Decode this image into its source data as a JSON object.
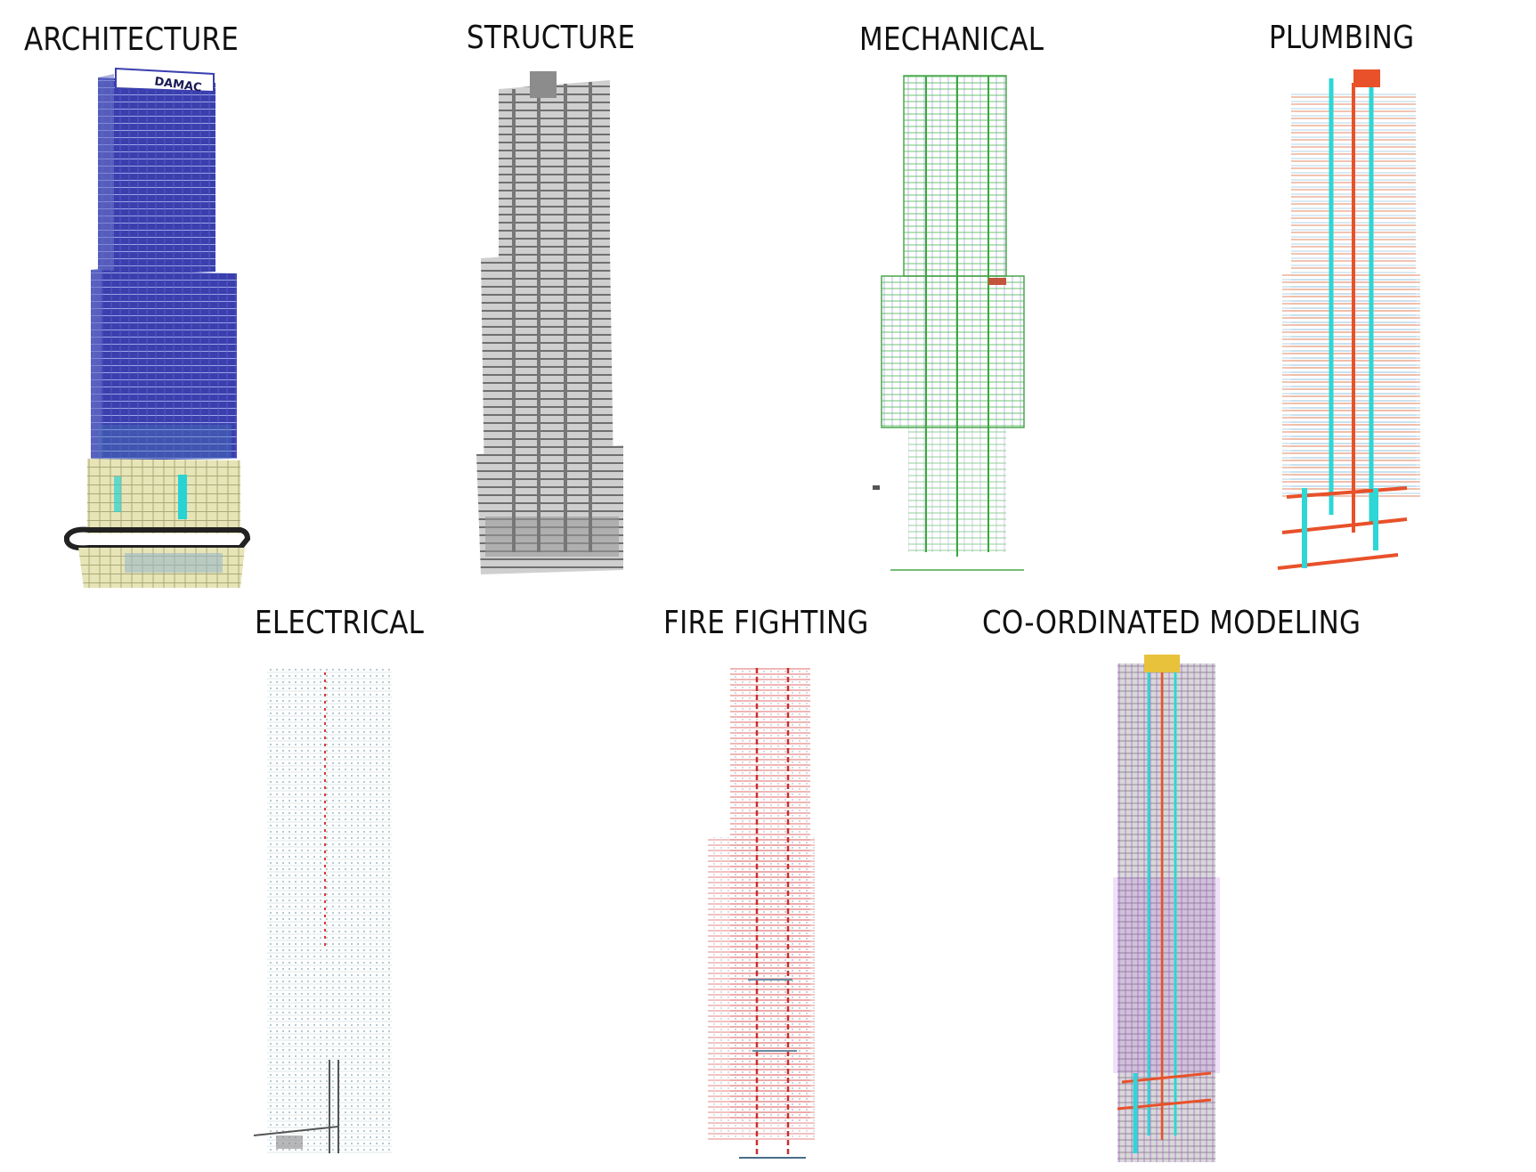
{
  "panels": [
    {
      "id": "architecture",
      "label": "ARCHITECTURE",
      "color": "#3a3fa8"
    },
    {
      "id": "structure",
      "label": "STRUCTURE",
      "color": "#8a8a8a"
    },
    {
      "id": "mechanical",
      "label": "MECHANICAL",
      "color": "#4cbf4c"
    },
    {
      "id": "plumbing",
      "label": "PLUMBING",
      "color": "#2ed6d6"
    },
    {
      "id": "electrical",
      "label": "ELECTRICAL",
      "color": "#8fb3bd"
    },
    {
      "id": "fire-fighting",
      "label": "FIRE FIGHTING",
      "color": "#d24a4a"
    },
    {
      "id": "coordinated-modeling",
      "label": "CO-ORDINATED MODELING",
      "color": "#9a4fd1"
    }
  ],
  "logo_text": "DAMAC"
}
